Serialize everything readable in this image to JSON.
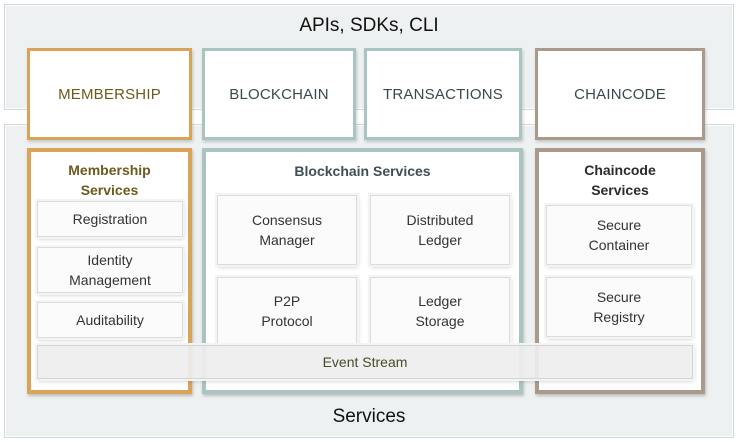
{
  "top_band": {
    "title": "APIs, SDKs, CLI"
  },
  "services_band": {
    "title": "Services"
  },
  "api_boxes": {
    "membership": "MEMBERSHIP",
    "blockchain": "BLOCKCHAIN",
    "transactions": "TRANSACTIONS",
    "chaincode": "CHAINCODE"
  },
  "membership_services": {
    "title": "Membership\nServices",
    "items": [
      "Registration",
      "Identity\nManagement",
      "Auditability"
    ]
  },
  "blockchain_services": {
    "title": "Blockchain Services",
    "items": [
      "Consensus\nManager",
      "Distributed\nLedger",
      "P2P\nProtocol",
      "Ledger\nStorage"
    ]
  },
  "chaincode_services": {
    "title": "Chaincode\nServices",
    "items": [
      "Secure\nContainer",
      "Secure\nRegistry"
    ]
  },
  "event_stream": {
    "label": "Event Stream"
  },
  "colors": {
    "membership": "#d9a35a",
    "blockchain": "#a9c4c3",
    "chaincode": "#a99a8c",
    "membership_title": "#6e5a1c",
    "blockchain_title": "#3f4f56",
    "chaincode_title": "#2b2b2b"
  }
}
